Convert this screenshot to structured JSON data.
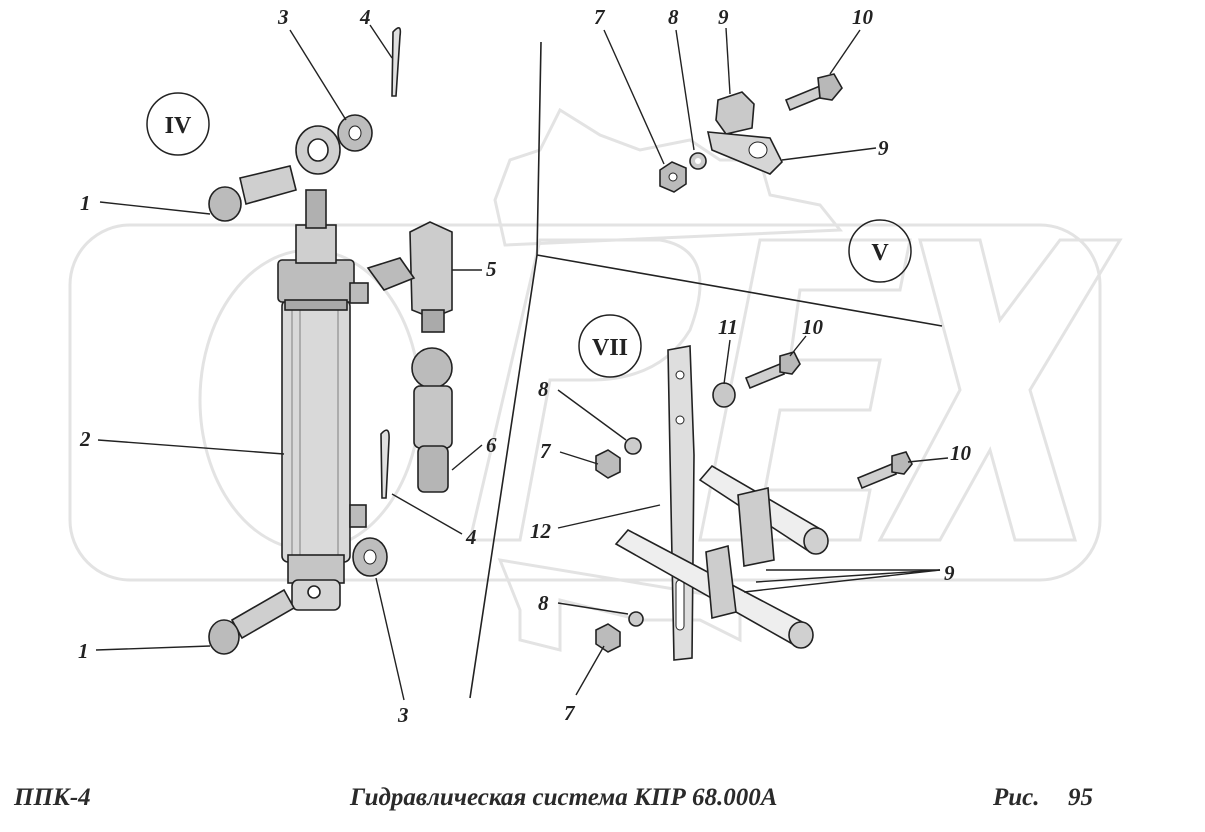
{
  "footer": {
    "left": "ППК-4",
    "center": "Гидравлическая система КПР 68.000А",
    "fig_label": "Рис.",
    "fig_number": "95"
  },
  "watermark": {
    "text": "ОРЕХ",
    "color": "#e6e6e6"
  },
  "views": {
    "iv": "IV",
    "v": "V",
    "vii": "VII"
  },
  "callouts": {
    "c1a": "1",
    "c1b": "1",
    "c2": "2",
    "c3a": "3",
    "c3b": "3",
    "c4a": "4",
    "c4b": "4",
    "c5": "5",
    "c6": "6",
    "c7a": "7",
    "c7b": "7",
    "c7c": "7",
    "c8a": "8",
    "c8b": "8",
    "c8c": "8",
    "c9a": "9",
    "c9b": "9",
    "c9c": "9",
    "c10a": "10",
    "c10b": "10",
    "c10c": "10",
    "c11": "11",
    "c12": "12"
  },
  "colors": {
    "ink": "#222222",
    "background": "#ffffff"
  }
}
